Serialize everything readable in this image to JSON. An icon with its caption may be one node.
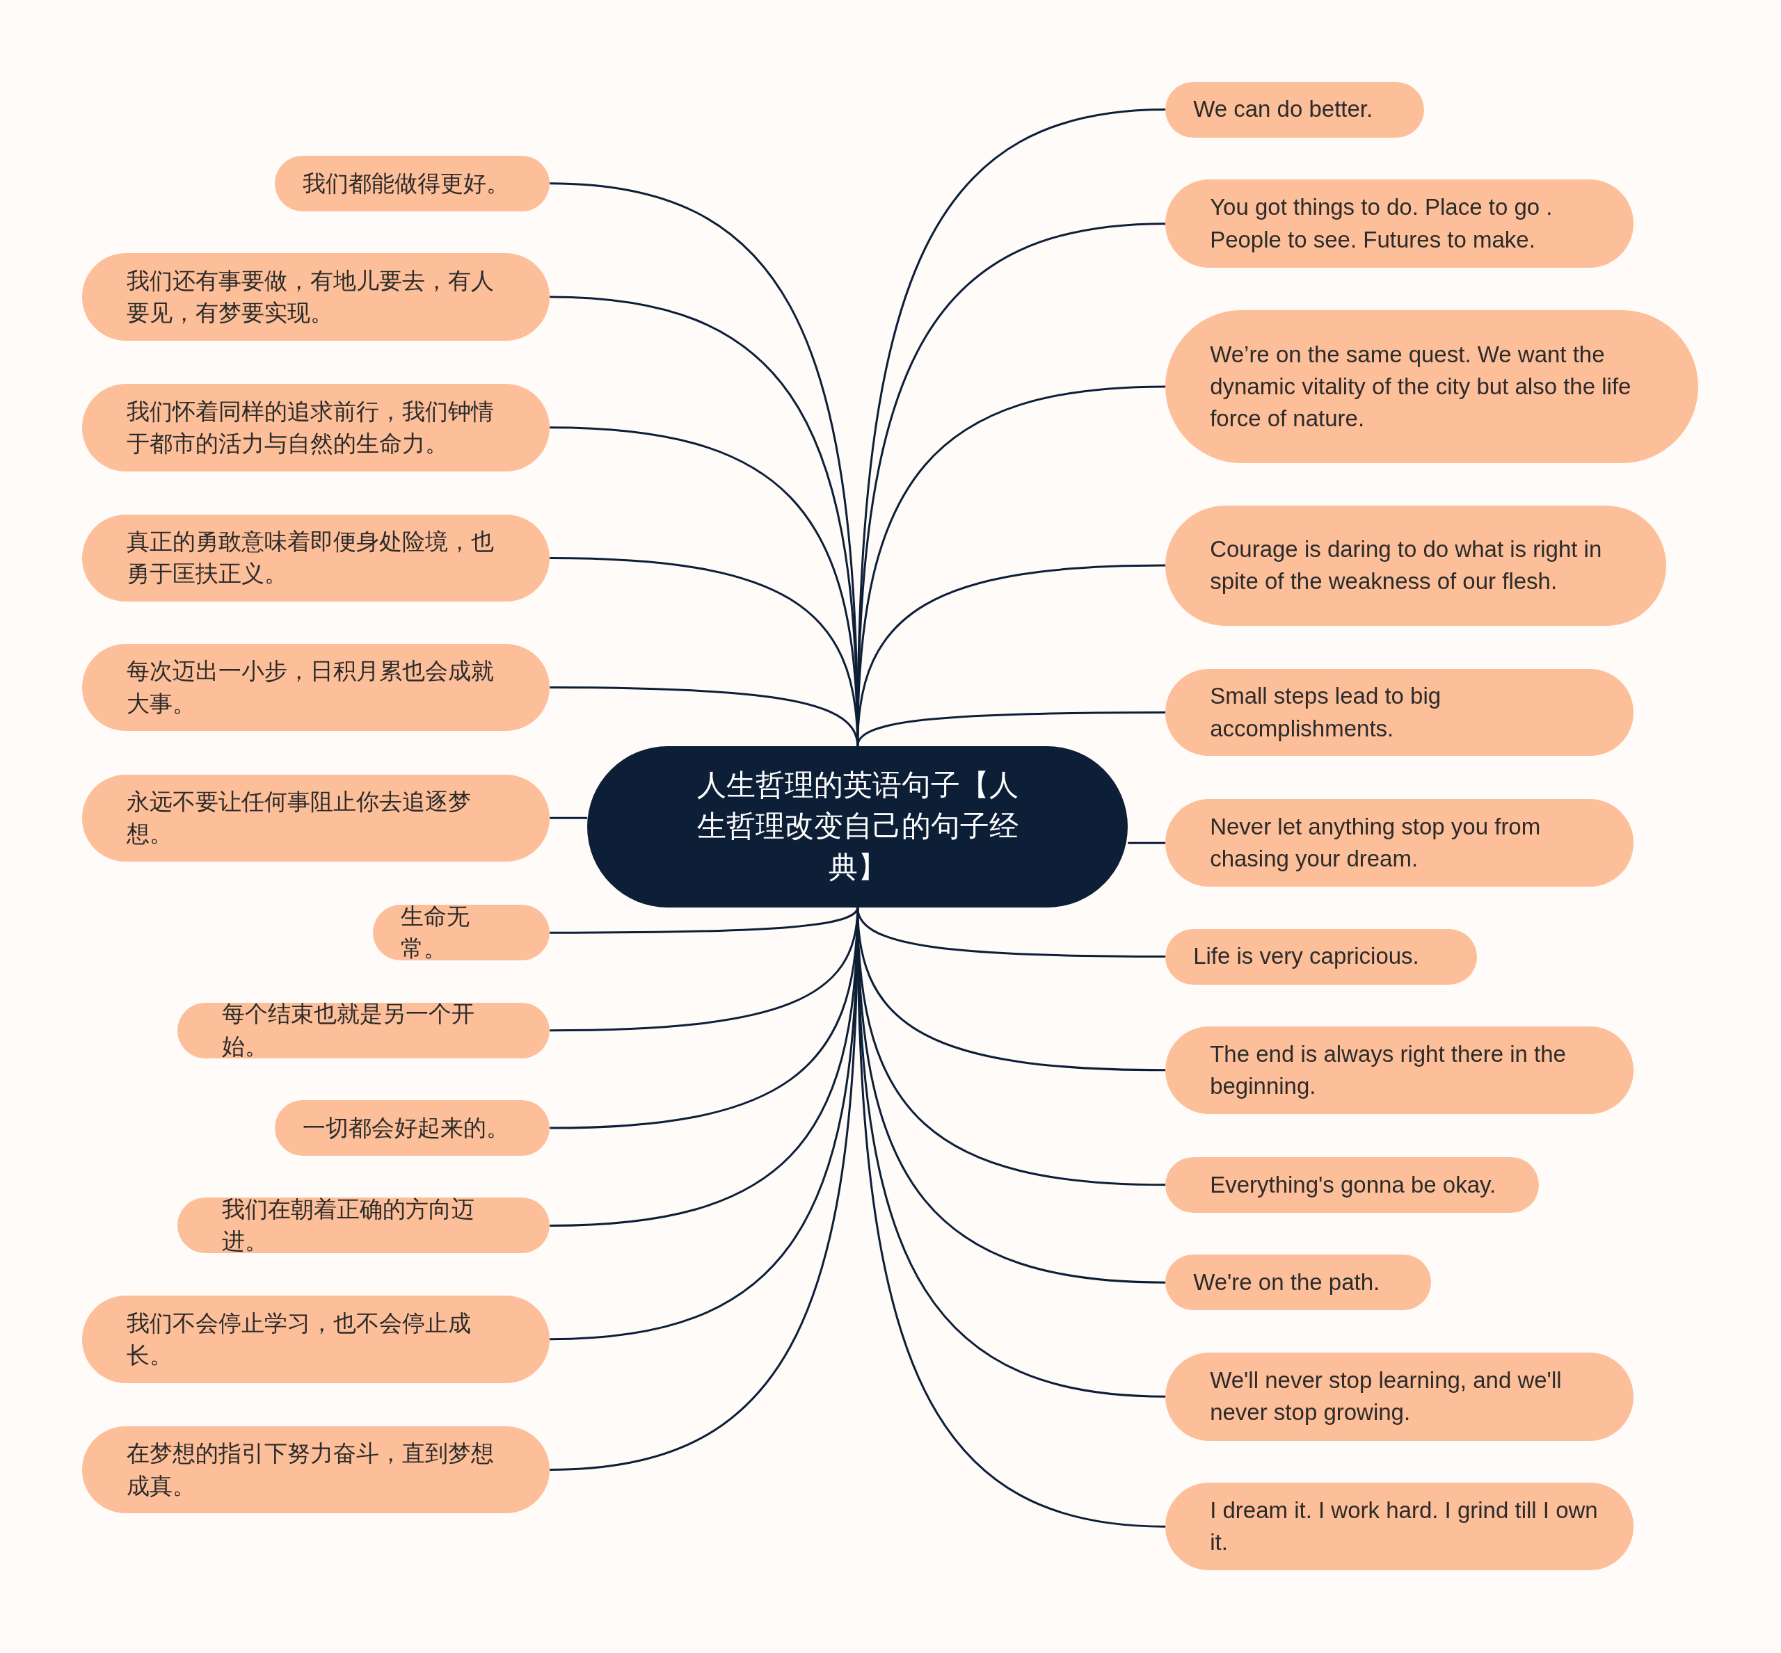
{
  "diagram": {
    "nodes": [
      {
        "text": [
          "人生哲理的英语句子【人生哲理改变自己的句子经典】"
        ]
      },
      {
        "text": [
          "我们都能做得更好。"
        ]
      },
      {
        "text": [
          "我们还有事要做，有地儿要去，有人要见，有梦要实现。"
        ]
      },
      {
        "text": [
          "我们怀着同样的追求前行，我们钟情于都市的活力与自然的生命力。"
        ]
      },
      {
        "text": [
          "真正的勇敢意味着即便身处险境，也勇于匡扶正义。"
        ]
      },
      {
        "text": [
          "每次迈出一小步，日积月累也会成就大事。"
        ]
      },
      {
        "text": [
          "永远不要让任何事阻止你去追逐梦想。"
        ]
      },
      {
        "text": [
          "生命无常。"
        ]
      },
      {
        "text": [
          "每个结束也就是另一个开始。"
        ]
      },
      {
        "text": [
          "一切都会好起来的。"
        ]
      },
      {
        "text": [
          "我们在朝着正确的方向迈进。"
        ]
      },
      {
        "text": [
          "我们不会停止学习，也不会停止成长。"
        ]
      },
      {
        "text": [
          "在梦想的指引下努力奋斗，直到梦想成真。"
        ]
      },
      {
        "text": [
          "We can do better."
        ]
      },
      {
        "text": [
          "You got things to do. Place to go . People to see. Futures to make."
        ]
      },
      {
        "text": [
          "We’re on the same quest. We want the dynamic vitality of the city but also the life force of nature."
        ]
      },
      {
        "text": [
          "Courage is daring to do what is right in spite of the weakness of our flesh."
        ]
      },
      {
        "text": [
          "Small steps lead to big accomplishments."
        ]
      },
      {
        "text": [
          "Never let anything stop you from chasing your dream."
        ]
      },
      {
        "text": [
          "Life is very capricious."
        ]
      },
      {
        "text": [
          "The end is always right there in the beginning."
        ]
      },
      {
        "text": [
          "Everything's gonna be okay."
        ]
      },
      {
        "text": [
          "We're on the path."
        ]
      },
      {
        "text": [
          "We'll never stop learning, and we'll never stop growing."
        ]
      },
      {
        "text": [
          "I dream it. I work hard. I grind till I own it."
        ]
      }
    ],
    "edges": [
      {
        "from": 0,
        "to": 1,
        "arrow": "none"
      },
      {
        "from": 0,
        "to": 2,
        "arrow": "none"
      },
      {
        "from": 0,
        "to": 3,
        "arrow": "none"
      },
      {
        "from": 0,
        "to": 4,
        "arrow": "none"
      },
      {
        "from": 0,
        "to": 5,
        "arrow": "none"
      },
      {
        "from": 0,
        "to": 6,
        "arrow": "none"
      },
      {
        "from": 0,
        "to": 7,
        "arrow": "none"
      },
      {
        "from": 0,
        "to": 8,
        "arrow": "none"
      },
      {
        "from": 0,
        "to": 9,
        "arrow": "none"
      },
      {
        "from": 0,
        "to": 10,
        "arrow": "none"
      },
      {
        "from": 0,
        "to": 11,
        "arrow": "none"
      },
      {
        "from": 0,
        "to": 12,
        "arrow": "none"
      },
      {
        "from": 0,
        "to": 13,
        "arrow": "none"
      },
      {
        "from": 0,
        "to": 14,
        "arrow": "none"
      },
      {
        "from": 0,
        "to": 15,
        "arrow": "none"
      },
      {
        "from": 0,
        "to": 16,
        "arrow": "none"
      },
      {
        "from": 0,
        "to": 17,
        "arrow": "none"
      },
      {
        "from": 0,
        "to": 18,
        "arrow": "none"
      },
      {
        "from": 0,
        "to": 19,
        "arrow": "none"
      },
      {
        "from": 0,
        "to": 20,
        "arrow": "none"
      },
      {
        "from": 0,
        "to": 21,
        "arrow": "none"
      },
      {
        "from": 0,
        "to": 22,
        "arrow": "none"
      },
      {
        "from": 0,
        "to": 23,
        "arrow": "none"
      },
      {
        "from": 0,
        "to": 24,
        "arrow": "none"
      }
    ]
  }
}
